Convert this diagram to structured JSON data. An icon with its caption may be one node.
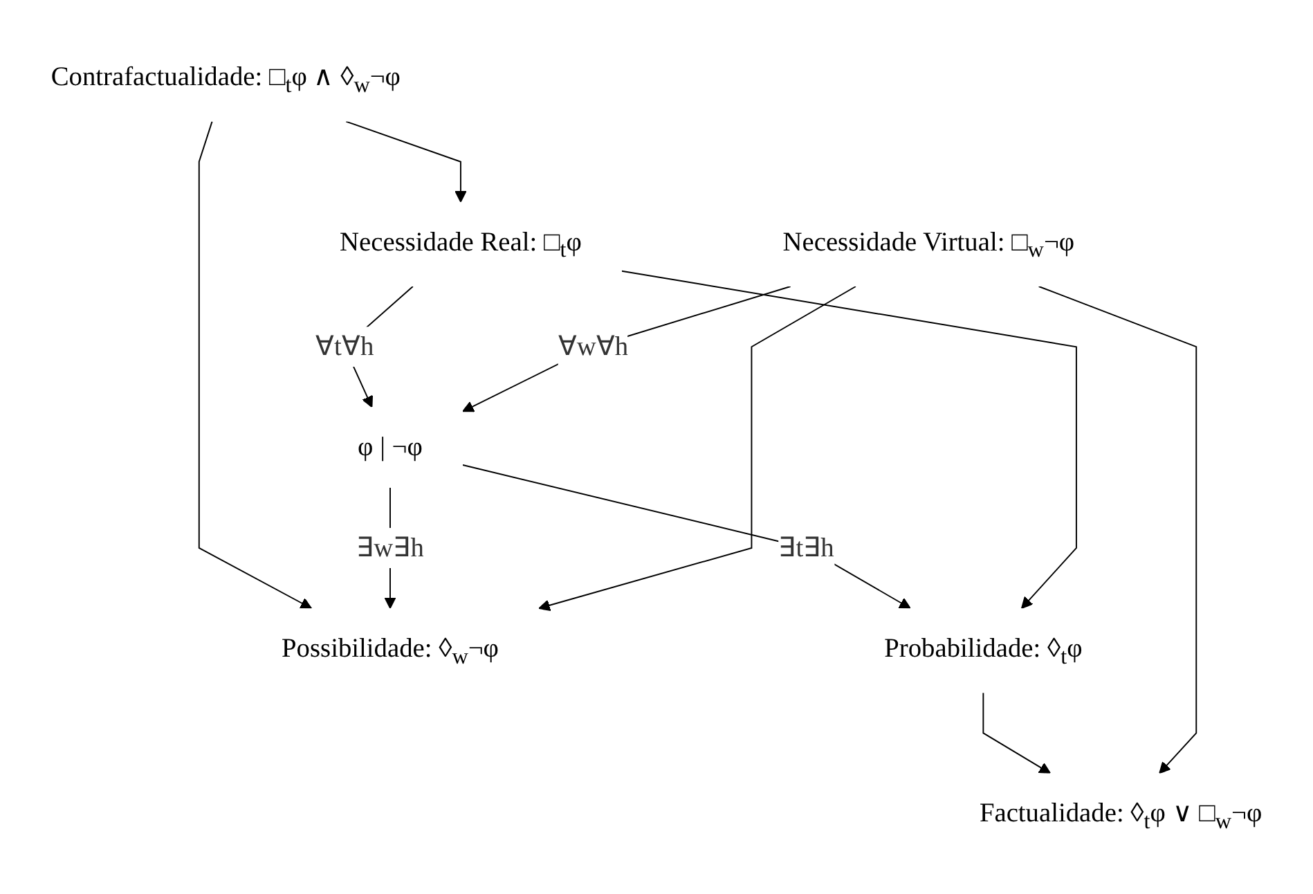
{
  "diagram": {
    "nodes": [
      {
        "text": [
          "Contrafactualidade: □$_{t}$φ ∧ ◊$_{w}$¬φ"
        ]
      },
      {
        "text": [
          "Necessidade Real: □$_{t}$φ"
        ]
      },
      {
        "text": [
          "Possibilidade: ◊$_{w}$¬φ"
        ]
      },
      {
        "text": [
          "φ | ¬φ"
        ]
      },
      {
        "text": [
          "Probabilidade: ◊$_{t}$φ"
        ]
      },
      {
        "text": [
          "Necessidade Virtual: □$_{w}$¬φ"
        ]
      },
      {
        "text": [
          "Factualidade: ◊$_{t}$φ ∨ □$_{w}$¬φ"
        ]
      }
    ],
    "edges": [
      {
        "from": 0,
        "to": 1,
        "arrow": "to"
      },
      {
        "from": 0,
        "to": 2,
        "arrow": "to"
      },
      {
        "from": 1,
        "to": 3,
        "arrow": "to",
        "label": "∀t∀h"
      },
      {
        "from": 3,
        "to": 2,
        "arrow": "to",
        "label": "∃w∃h"
      },
      {
        "from": 3,
        "to": 4,
        "arrow": "to",
        "label": "∃t∃h"
      },
      {
        "from": 5,
        "to": 3,
        "arrow": "to",
        "label": "∀w∀h"
      },
      {
        "from": 1,
        "to": 4,
        "arrow": "to"
      },
      {
        "from": 5,
        "to": 2,
        "arrow": "to"
      },
      {
        "from": 4,
        "to": 6,
        "arrow": "to"
      },
      {
        "from": 5,
        "to": 6,
        "arrow": "to"
      }
    ]
  }
}
